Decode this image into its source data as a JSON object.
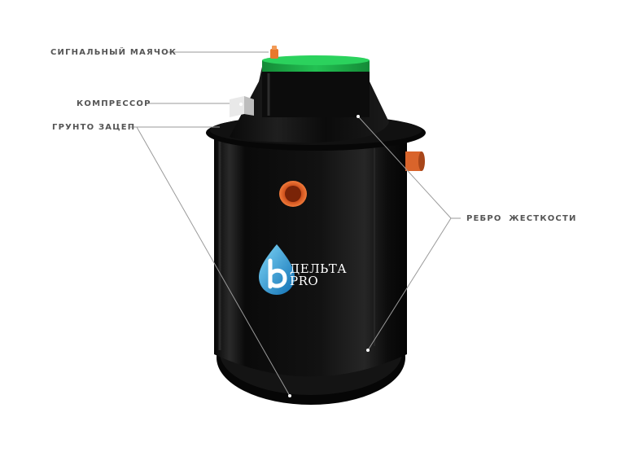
{
  "callouts": {
    "beacon": "СИГНАЛЬНЫЙ МАЯЧОК",
    "compressor": "КОМПРЕССОР",
    "anchor": "ГРУНТО ЗАЦЕП",
    "ribs": "РЕБРО  ЖЕСТКОСТИ"
  },
  "brand": {
    "line1": "ДЕЛЬТА",
    "line2": "PRO"
  },
  "colors": {
    "tank": "#0b0b0b",
    "lid": "#1fb14a",
    "beacon": "#e8782c",
    "pipe": "#e2622a",
    "logo_blue": "#1aa4dd",
    "label": "#555555"
  },
  "icons": {
    "logo": "water-drop-b-logo"
  }
}
